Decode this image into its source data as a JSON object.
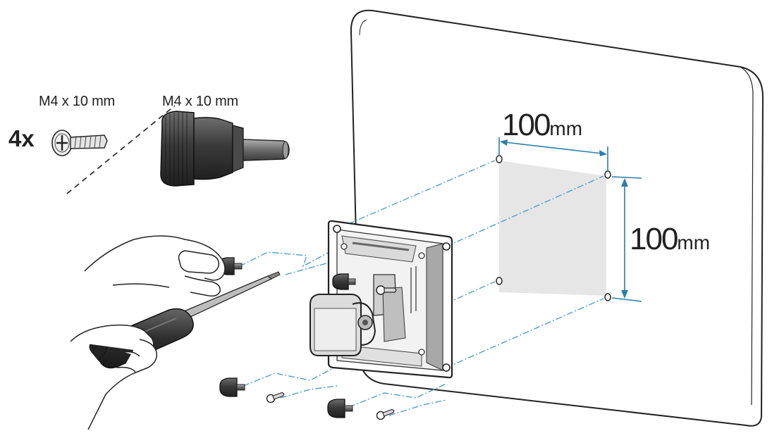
{
  "labels": {
    "screw_spec_1": "M4 x 10 mm",
    "screw_spec_2": "M4 x 10 mm",
    "screw_count": "4x",
    "width_value": "100",
    "width_unit": "mm",
    "height_value": "100",
    "height_unit": "mm"
  },
  "colors": {
    "outline": "#222222",
    "dimension_line": "#2a7fa8",
    "leader_line": "#4fa0c8",
    "mount_area": "#e6e6e6",
    "part_gray": "#8a8a8a"
  },
  "icons": [
    "screwdriver-icon",
    "hand-icon",
    "thumb-screw-icon",
    "screw-icon",
    "vesa-bracket-icon",
    "monitor-back-icon"
  ]
}
